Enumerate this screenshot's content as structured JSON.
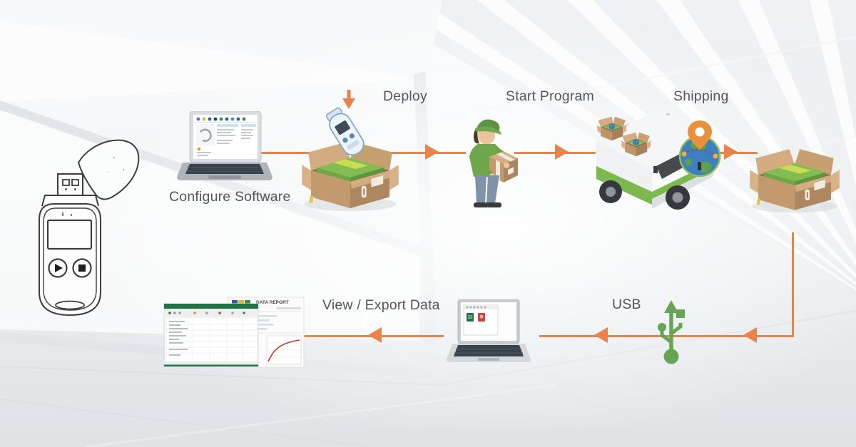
{
  "diagram": {
    "name": "USB data logger shipping workflow",
    "steps": [
      {
        "id": "configure-software",
        "label": "Configure Software"
      },
      {
        "id": "deploy",
        "label": "Deploy"
      },
      {
        "id": "start-program",
        "label": "Start Program"
      },
      {
        "id": "shipping",
        "label": "Shipping"
      },
      {
        "id": "usb",
        "label": "USB"
      },
      {
        "id": "view-export-data",
        "label": "View / Export Data"
      }
    ]
  },
  "report": {
    "title": "DATA REPORT"
  },
  "icons": {
    "data_logger": "usb-data-logger",
    "laptop_configure": "laptop-with-config-software",
    "open_box": "open-shipping-box-with-produce",
    "falling_logger": "data-logger-dropping-into-box",
    "down_arrow": "orange-down-arrow",
    "worker": "delivery-worker-holding-box",
    "van": "delivery-van-with-boxes",
    "globe": "globe-with-location-pin",
    "usb_symbol": "usb-trident-symbol",
    "laptop_download": "laptop-with-exported-files",
    "spreadsheet": "excel-spreadsheet-window",
    "report_doc": "data-report-document",
    "flow_arrow": "orange-flow-arrow"
  },
  "colors": {
    "accent_orange": "#E8834E",
    "label_gray": "#55565A",
    "leaf_green": "#7DB84F",
    "usb_green": "#67A455",
    "excel_green": "#217346",
    "box_tan": "#C29A6E",
    "globe_blue": "#3D7FC1",
    "pin_orange": "#E8913B"
  }
}
